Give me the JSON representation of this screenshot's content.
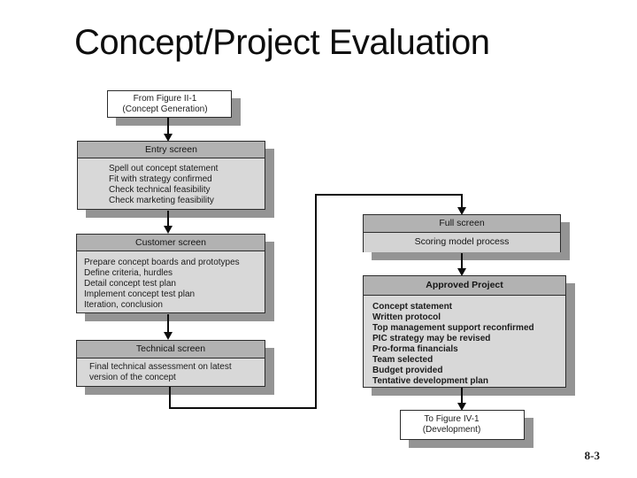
{
  "slide": {
    "title": "Concept/Project Evaluation",
    "page_number": "8-3"
  },
  "colors": {
    "background": "#ffffff",
    "screen_header_fill": "#b2b2b2",
    "screen_body_fill": "#d8d8d8",
    "scoring_band_fill": "#d3d3d3",
    "box_shadow": "#949494",
    "connector_line": "#0d0d0d"
  },
  "flowchart": {
    "from_figure": {
      "line1": "From Figure II-1",
      "line2": "(Concept Generation)"
    },
    "entry_screen": {
      "header": "Entry screen",
      "items": [
        "Spell out concept statement",
        "Fit with strategy confirmed",
        "Check technical feasibility",
        "Check marketing feasibility"
      ]
    },
    "customer_screen": {
      "header": "Customer screen",
      "items": [
        "Prepare concept boards and prototypes",
        "Define criteria, hurdles",
        "Detail concept test plan",
        "Implement concept test plan",
        "Iteration, conclusion"
      ]
    },
    "technical_screen": {
      "header": "Technical screen",
      "body": "Final technical assessment on latest version of the concept"
    },
    "full_screen": {
      "header": "Full screen",
      "subheader": "Scoring model process"
    },
    "approved_project": {
      "header": "Approved Project",
      "items": [
        "Concept statement",
        "Written protocol",
        "Top management support reconfirmed",
        "PIC strategy may be revised",
        "Pro-forma financials",
        "Team selected",
        "Budget provided",
        "Tentative development plan"
      ]
    },
    "to_figure": {
      "line1": "To Figure IV-1",
      "line2": "(Development)"
    }
  }
}
